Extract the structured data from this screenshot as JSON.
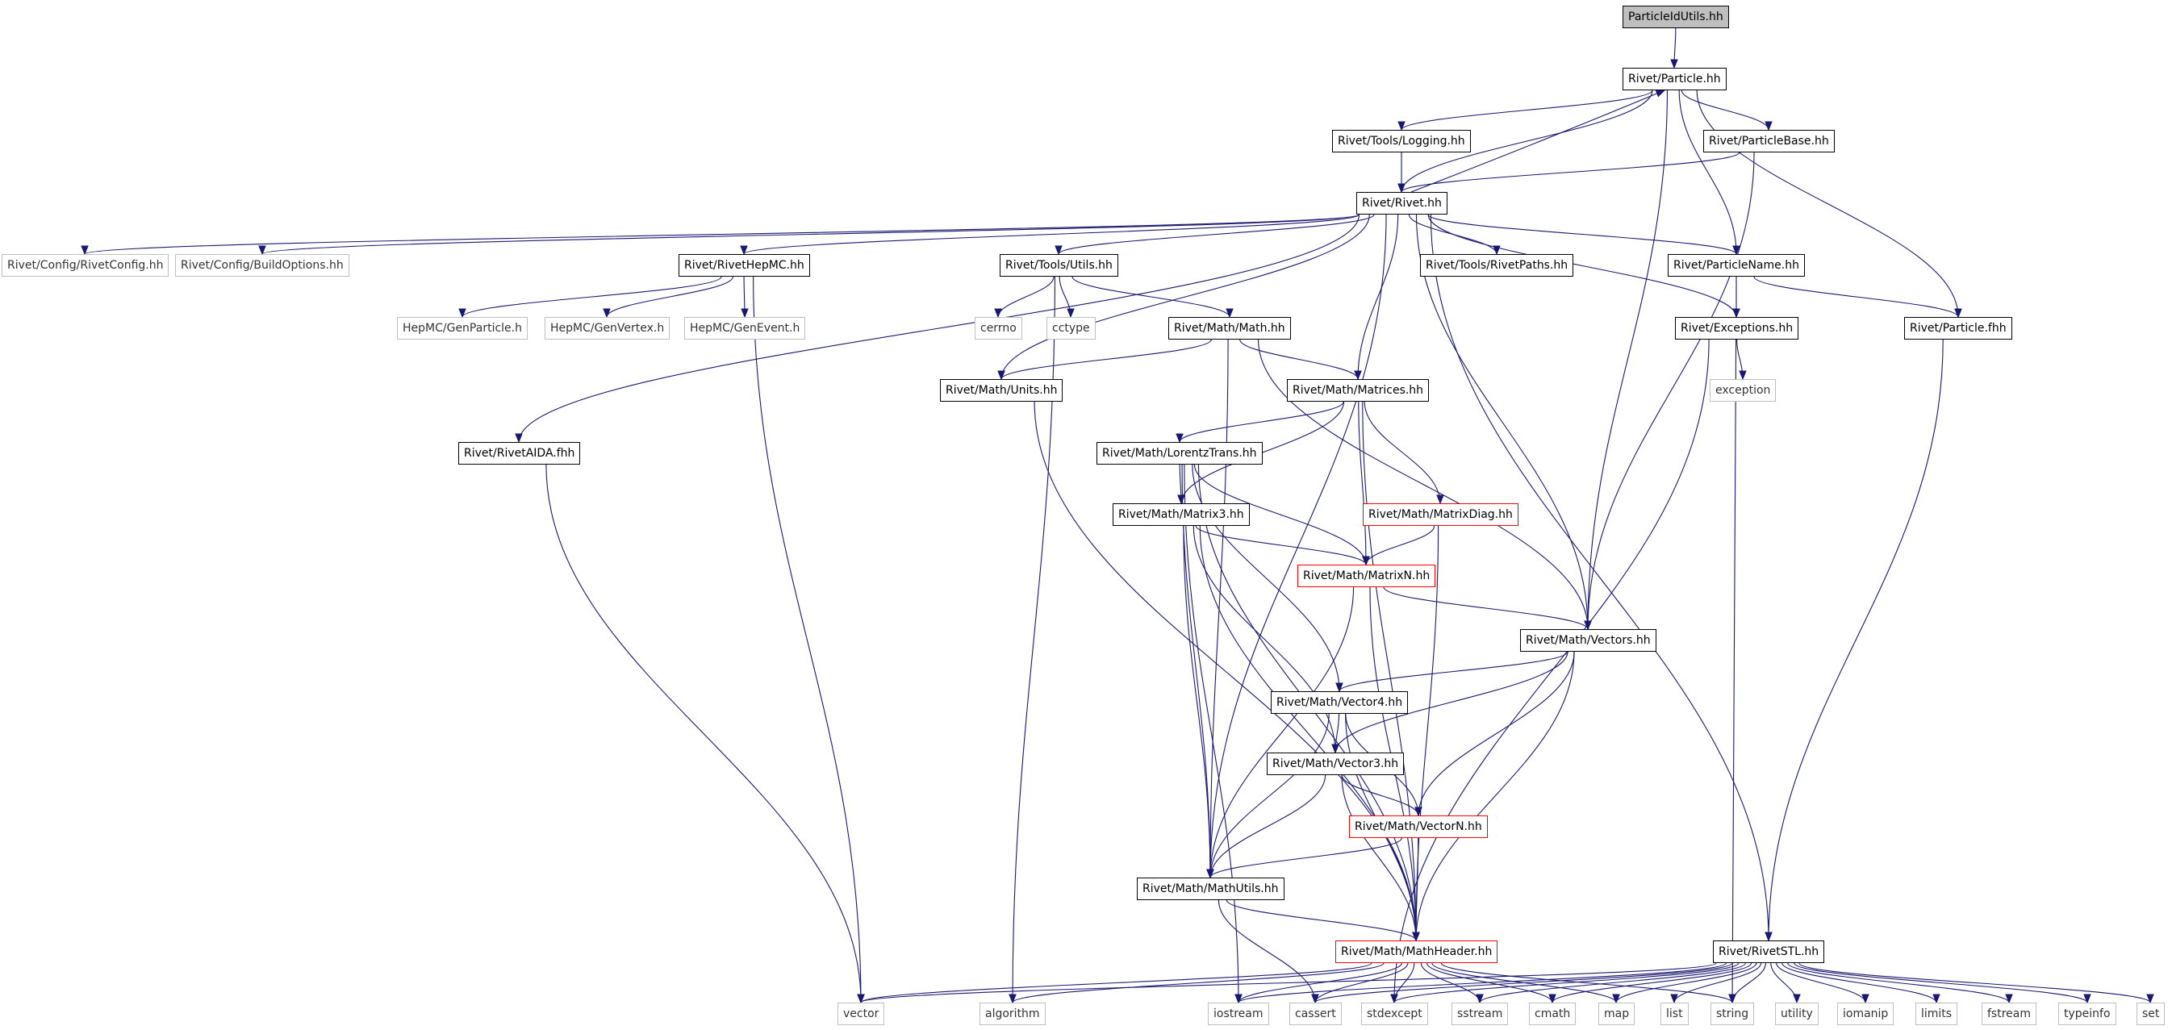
{
  "diagram": {
    "nodes": [
      {
        "id": "particleidutils",
        "label": "ParticleIdUtils.hh",
        "kind": "root"
      },
      {
        "id": "rivet-particle",
        "label": "Rivet/Particle.hh",
        "kind": "doc"
      },
      {
        "id": "rivet-tools-logging",
        "label": "Rivet/Tools/Logging.hh",
        "kind": "doc"
      },
      {
        "id": "rivet-particlebase",
        "label": "Rivet/ParticleBase.hh",
        "kind": "doc"
      },
      {
        "id": "rivet-rivet",
        "label": "Rivet/Rivet.hh",
        "kind": "doc"
      },
      {
        "id": "rivet-config-rivetconfig",
        "label": "Rivet/Config/RivetConfig.hh",
        "kind": "ext"
      },
      {
        "id": "rivet-config-buildoptions",
        "label": "Rivet/Config/BuildOptions.hh",
        "kind": "ext"
      },
      {
        "id": "rivet-rivethepmc",
        "label": "Rivet/RivetHepMC.hh",
        "kind": "doc"
      },
      {
        "id": "rivet-tools-utils",
        "label": "Rivet/Tools/Utils.hh",
        "kind": "doc"
      },
      {
        "id": "rivet-tools-rivetpaths",
        "label": "Rivet/Tools/RivetPaths.hh",
        "kind": "doc"
      },
      {
        "id": "rivet-particlename",
        "label": "Rivet/ParticleName.hh",
        "kind": "doc"
      },
      {
        "id": "rivet-particle-fhh",
        "label": "Rivet/Particle.fhh",
        "kind": "doc"
      },
      {
        "id": "hepmc-genparticle",
        "label": "HepMC/GenParticle.h",
        "kind": "ext"
      },
      {
        "id": "hepmc-genvertex",
        "label": "HepMC/GenVertex.h",
        "kind": "ext"
      },
      {
        "id": "hepmc-genevent",
        "label": "HepMC/GenEvent.h",
        "kind": "ext"
      },
      {
        "id": "cerrno",
        "label": "cerrno",
        "kind": "ext"
      },
      {
        "id": "cctype",
        "label": "cctype",
        "kind": "ext"
      },
      {
        "id": "rivet-math-math",
        "label": "Rivet/Math/Math.hh",
        "kind": "doc"
      },
      {
        "id": "rivet-exceptions",
        "label": "Rivet/Exceptions.hh",
        "kind": "doc"
      },
      {
        "id": "rivet-math-units",
        "label": "Rivet/Math/Units.hh",
        "kind": "doc"
      },
      {
        "id": "rivet-math-matrices",
        "label": "Rivet/Math/Matrices.hh",
        "kind": "doc"
      },
      {
        "id": "exception",
        "label": "exception",
        "kind": "ext"
      },
      {
        "id": "rivet-rivetaida-fhh",
        "label": "Rivet/RivetAIDA.fhh",
        "kind": "doc"
      },
      {
        "id": "rivet-math-lorentztrans",
        "label": "Rivet/Math/LorentzTrans.hh",
        "kind": "doc"
      },
      {
        "id": "rivet-math-matrix3",
        "label": "Rivet/Math/Matrix3.hh",
        "kind": "doc"
      },
      {
        "id": "rivet-math-matrixdiag",
        "label": "Rivet/Math/MatrixDiag.hh",
        "kind": "red"
      },
      {
        "id": "rivet-math-matrixn",
        "label": "Rivet/Math/MatrixN.hh",
        "kind": "red"
      },
      {
        "id": "rivet-math-vectors",
        "label": "Rivet/Math/Vectors.hh",
        "kind": "doc"
      },
      {
        "id": "rivet-math-vector4",
        "label": "Rivet/Math/Vector4.hh",
        "kind": "doc"
      },
      {
        "id": "rivet-math-vector3",
        "label": "Rivet/Math/Vector3.hh",
        "kind": "doc"
      },
      {
        "id": "rivet-math-vectorn",
        "label": "Rivet/Math/VectorN.hh",
        "kind": "red"
      },
      {
        "id": "rivet-math-mathutils",
        "label": "Rivet/Math/MathUtils.hh",
        "kind": "doc"
      },
      {
        "id": "rivet-math-mathheader",
        "label": "Rivet/Math/MathHeader.hh",
        "kind": "red"
      },
      {
        "id": "rivet-rivetstl",
        "label": "Rivet/RivetSTL.hh",
        "kind": "doc"
      },
      {
        "id": "vector",
        "label": "vector",
        "kind": "ext"
      },
      {
        "id": "algorithm",
        "label": "algorithm",
        "kind": "ext"
      },
      {
        "id": "iostream",
        "label": "iostream",
        "kind": "ext"
      },
      {
        "id": "cassert",
        "label": "cassert",
        "kind": "ext"
      },
      {
        "id": "stdexcept",
        "label": "stdexcept",
        "kind": "ext"
      },
      {
        "id": "sstream",
        "label": "sstream",
        "kind": "ext"
      },
      {
        "id": "cmath",
        "label": "cmath",
        "kind": "ext"
      },
      {
        "id": "map",
        "label": "map",
        "kind": "ext"
      },
      {
        "id": "list",
        "label": "list",
        "kind": "ext"
      },
      {
        "id": "string",
        "label": "string",
        "kind": "ext"
      },
      {
        "id": "utility",
        "label": "utility",
        "kind": "ext"
      },
      {
        "id": "iomanip",
        "label": "iomanip",
        "kind": "ext"
      },
      {
        "id": "limits",
        "label": "limits",
        "kind": "ext"
      },
      {
        "id": "fstream",
        "label": "fstream",
        "kind": "ext"
      },
      {
        "id": "typeinfo",
        "label": "typeinfo",
        "kind": "ext"
      },
      {
        "id": "set",
        "label": "set",
        "kind": "ext"
      }
    ],
    "edges": [
      [
        "particleidutils",
        "rivet-particle"
      ],
      [
        "rivet-particle",
        "rivet-tools-logging"
      ],
      [
        "rivet-particle",
        "rivet-particlebase"
      ],
      [
        "rivet-particle",
        "rivet-rivet"
      ],
      [
        "rivet-particle",
        "rivet-particlename"
      ],
      [
        "rivet-particle",
        "rivet-particle-fhh"
      ],
      [
        "rivet-particle",
        "rivet-math-vectors"
      ],
      [
        "rivet-tools-logging",
        "rivet-rivet"
      ],
      [
        "rivet-particlebase",
        "rivet-rivet"
      ],
      [
        "rivet-particlebase",
        "rivet-math-vectors"
      ],
      [
        "rivet-rivet",
        "rivet-particle"
      ],
      [
        "rivet-rivet",
        "rivet-config-rivetconfig"
      ],
      [
        "rivet-rivet",
        "rivet-config-buildoptions"
      ],
      [
        "rivet-rivet",
        "rivet-rivethepmc"
      ],
      [
        "rivet-rivet",
        "rivet-tools-utils"
      ],
      [
        "rivet-rivet",
        "rivet-tools-rivetpaths"
      ],
      [
        "rivet-rivet",
        "rivet-particlename"
      ],
      [
        "rivet-rivet",
        "rivet-exceptions"
      ],
      [
        "rivet-rivet",
        "rivet-rivetaida-fhh"
      ],
      [
        "rivet-rivet",
        "rivet-math-units"
      ],
      [
        "rivet-rivet",
        "rivet-math-matrices"
      ],
      [
        "rivet-rivet",
        "rivet-math-vectors"
      ],
      [
        "rivet-rivet",
        "rivet-math-mathutils"
      ],
      [
        "rivet-rivet",
        "rivet-rivetstl"
      ],
      [
        "rivet-rivethepmc",
        "hepmc-genparticle"
      ],
      [
        "rivet-rivethepmc",
        "hepmc-genvertex"
      ],
      [
        "rivet-rivethepmc",
        "hepmc-genevent"
      ],
      [
        "rivet-rivethepmc",
        "vector"
      ],
      [
        "rivet-tools-utils",
        "cerrno"
      ],
      [
        "rivet-tools-utils",
        "cctype"
      ],
      [
        "rivet-tools-utils",
        "rivet-math-math"
      ],
      [
        "rivet-tools-utils",
        "algorithm"
      ],
      [
        "rivet-particlename",
        "rivet-exceptions"
      ],
      [
        "rivet-particlename",
        "rivet-particle-fhh"
      ],
      [
        "rivet-exceptions",
        "exception"
      ],
      [
        "rivet-exceptions",
        "stdexcept"
      ],
      [
        "rivet-exceptions",
        "string"
      ],
      [
        "rivet-particle-fhh",
        "rivet-rivetstl"
      ],
      [
        "rivet-math-math",
        "rivet-math-units"
      ],
      [
        "rivet-math-math",
        "rivet-math-matrices"
      ],
      [
        "rivet-math-math",
        "rivet-math-vectors"
      ],
      [
        "rivet-math-math",
        "rivet-math-mathutils"
      ],
      [
        "rivet-math-units",
        "rivet-math-mathheader"
      ],
      [
        "rivet-math-matrices",
        "rivet-math-lorentztrans"
      ],
      [
        "rivet-math-matrices",
        "rivet-math-matrix3"
      ],
      [
        "rivet-math-matrices",
        "rivet-math-matrixdiag"
      ],
      [
        "rivet-math-matrices",
        "rivet-math-matrixn"
      ],
      [
        "rivet-math-matrices",
        "rivet-math-mathheader"
      ],
      [
        "rivet-rivetaida-fhh",
        "vector"
      ],
      [
        "rivet-math-lorentztrans",
        "rivet-math-matrix3"
      ],
      [
        "rivet-math-lorentztrans",
        "rivet-math-matrixn"
      ],
      [
        "rivet-math-lorentztrans",
        "rivet-math-vector4"
      ],
      [
        "rivet-math-lorentztrans",
        "rivet-math-mathutils"
      ],
      [
        "rivet-math-lorentztrans",
        "rivet-math-mathheader"
      ],
      [
        "rivet-math-lorentztrans",
        "iostream"
      ],
      [
        "rivet-math-matrix3",
        "rivet-math-matrixn"
      ],
      [
        "rivet-math-matrix3",
        "rivet-math-vector3"
      ],
      [
        "rivet-math-matrix3",
        "rivet-math-mathutils"
      ],
      [
        "rivet-math-matrix3",
        "rivet-math-mathheader"
      ],
      [
        "rivet-math-matrixdiag",
        "rivet-math-matrixn"
      ],
      [
        "rivet-math-matrixdiag",
        "rivet-math-mathheader"
      ],
      [
        "rivet-math-matrixn",
        "rivet-math-vectors"
      ],
      [
        "rivet-math-matrixn",
        "rivet-math-mathutils"
      ],
      [
        "rivet-math-matrixn",
        "rivet-math-mathheader"
      ],
      [
        "rivet-math-vectors",
        "rivet-math-vector4"
      ],
      [
        "rivet-math-vectors",
        "rivet-math-vector3"
      ],
      [
        "rivet-math-vectors",
        "rivet-math-vectorn"
      ],
      [
        "rivet-math-vectors",
        "rivet-math-mathheader"
      ],
      [
        "rivet-math-vector4",
        "rivet-math-vector3"
      ],
      [
        "rivet-math-vector4",
        "rivet-math-vectorn"
      ],
      [
        "rivet-math-vector4",
        "rivet-math-mathutils"
      ],
      [
        "rivet-math-vector4",
        "rivet-math-mathheader"
      ],
      [
        "rivet-math-vector3",
        "rivet-math-vectorn"
      ],
      [
        "rivet-math-vector3",
        "rivet-math-mathutils"
      ],
      [
        "rivet-math-vector3",
        "rivet-math-mathheader"
      ],
      [
        "rivet-math-vectorn",
        "rivet-math-mathutils"
      ],
      [
        "rivet-math-vectorn",
        "rivet-math-mathheader"
      ],
      [
        "rivet-math-mathutils",
        "rivet-math-mathheader"
      ],
      [
        "rivet-math-mathutils",
        "cassert"
      ],
      [
        "rivet-math-mathheader",
        "vector"
      ],
      [
        "rivet-math-mathheader",
        "algorithm"
      ],
      [
        "rivet-math-mathheader",
        "iostream"
      ],
      [
        "rivet-math-mathheader",
        "cassert"
      ],
      [
        "rivet-math-mathheader",
        "stdexcept"
      ],
      [
        "rivet-math-mathheader",
        "sstream"
      ],
      [
        "rivet-math-mathheader",
        "cmath"
      ],
      [
        "rivet-math-mathheader",
        "map"
      ],
      [
        "rivet-math-mathheader",
        "string"
      ],
      [
        "rivet-rivetstl",
        "vector"
      ],
      [
        "rivet-rivetstl",
        "iostream"
      ],
      [
        "rivet-rivetstl",
        "cassert"
      ],
      [
        "rivet-rivetstl",
        "stdexcept"
      ],
      [
        "rivet-rivetstl",
        "sstream"
      ],
      [
        "rivet-rivetstl",
        "cmath"
      ],
      [
        "rivet-rivetstl",
        "map"
      ],
      [
        "rivet-rivetstl",
        "list"
      ],
      [
        "rivet-rivetstl",
        "string"
      ],
      [
        "rivet-rivetstl",
        "utility"
      ],
      [
        "rivet-rivetstl",
        "iomanip"
      ],
      [
        "rivet-rivetstl",
        "limits"
      ],
      [
        "rivet-rivetstl",
        "fstream"
      ],
      [
        "rivet-rivetstl",
        "typeinfo"
      ],
      [
        "rivet-rivetstl",
        "set"
      ]
    ]
  }
}
